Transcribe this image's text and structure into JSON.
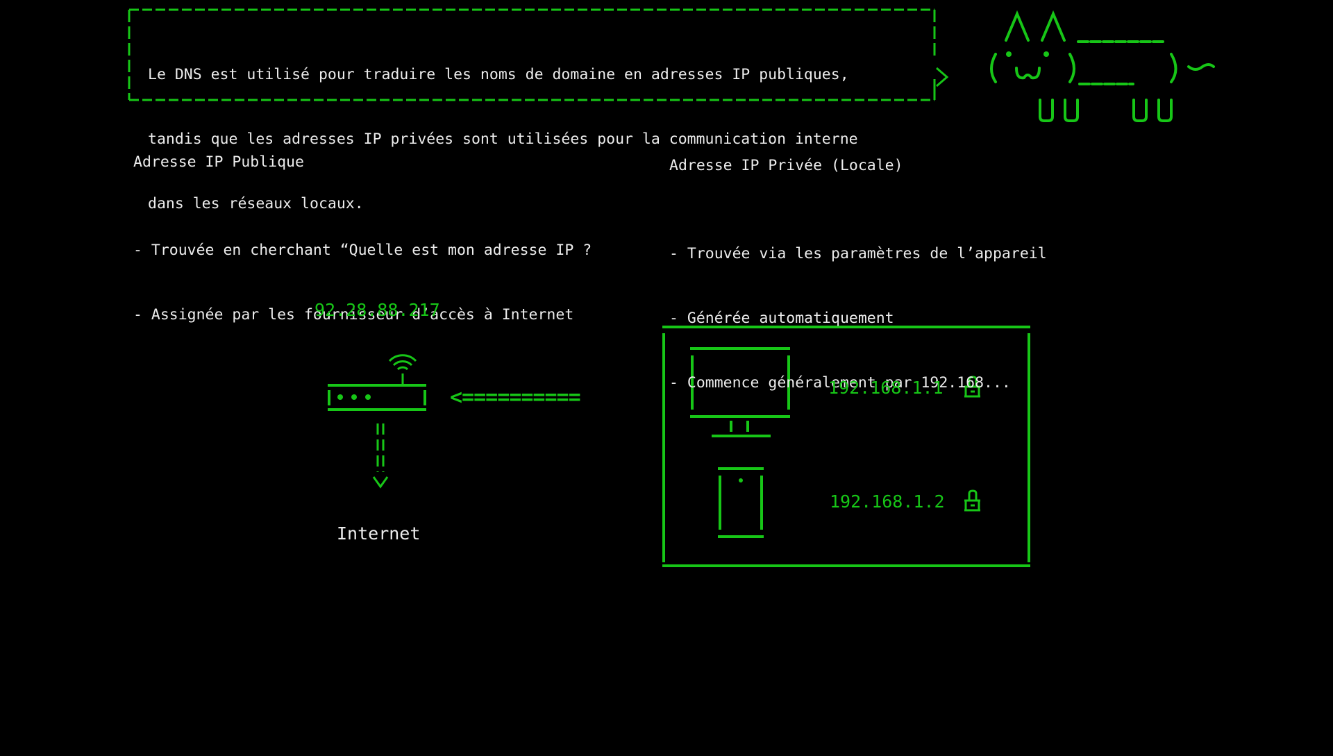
{
  "speech_bubble": {
    "lines": [
      "Le DNS est utilisé pour traduire les noms de domaine en adresses IP publiques,",
      "tandis que les adresses IP privées sont utilisées pour la communication interne",
      "dans les réseaux locaux."
    ]
  },
  "public_ip_section": {
    "title": "Adresse IP Publique",
    "items": [
      "- Trouvée en cherchant “Quelle est mon adresse IP ?",
      "- Assignée par les fournisseur d’accès à Internet"
    ]
  },
  "private_ip_section": {
    "title": "Adresse IP Privée (Locale)",
    "items": [
      "- Trouvée via les paramètres de l’appareil",
      "- Générée automatiquement",
      "- Commence généralement par 192.168..."
    ]
  },
  "diagram": {
    "router_public_ip": "92.28.88.217",
    "arrow_label": "<==========",
    "internet_label": "Internet",
    "devices": [
      {
        "name": "computer-monitor",
        "ip": "192.168.1.1",
        "icon": "lock-icon"
      },
      {
        "name": "phone",
        "ip": "192.168.1.2",
        "icon": "lock-icon"
      }
    ]
  },
  "colors": {
    "background": "#000000",
    "accent": "#17c617",
    "text": "#ececec"
  }
}
